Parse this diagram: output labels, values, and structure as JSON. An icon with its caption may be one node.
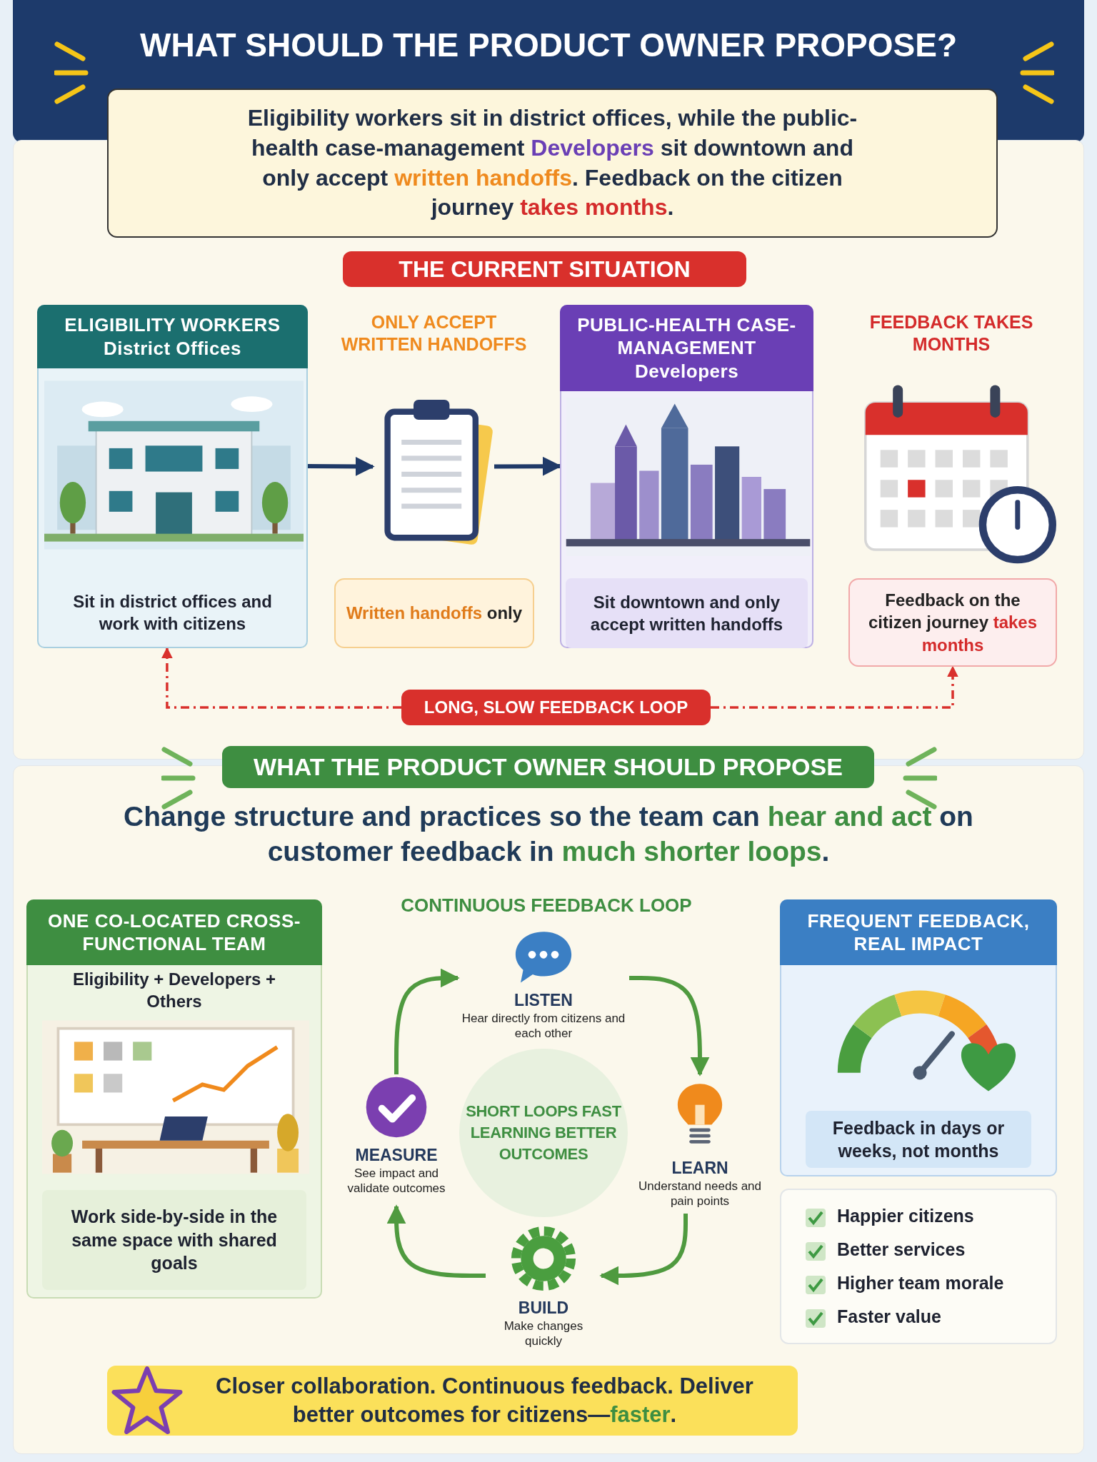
{
  "diagram": {
    "title": "WHAT SHOULD THE PRODUCT OWNER PROPOSE?",
    "nodes": [
      {
        "text": [
          "Eligibility workers sit in district offices, while the public-health case-management **Developers** sit downtown and only accept **written handoffs**. Feedback on the citizen journey **takes months**."
        ]
      },
      {
        "text": [
          "THE CURRENT SITUATION"
        ]
      },
      {
        "text": [
          "ELIGIBILITY WORKERS",
          "District Offices",
          "Sit in district offices and work with citizens"
        ]
      },
      {
        "text": [],
        "shape": "picture"
      },
      {
        "text": [
          "**Written handoffs** only"
        ]
      },
      {
        "text": [
          "PUBLIC-HEALTH CASE-MANAGEMENT",
          "Developers",
          "Sit downtown and only accept written handoffs"
        ]
      },
      {
        "text": [
          "Feedback on the citizen journey **takes months**"
        ]
      },
      {
        "text": [
          "LONG, SLOW FEEDBACK LOOP"
        ]
      },
      {
        "text": [
          "WHAT THE PRODUCT OWNER SHOULD PROPOSE"
        ]
      },
      {
        "text": [
          "ONE CO-LOCATED CROSS-FUNCTIONAL TEAM",
          "Eligibility + Developers + Others",
          "Work side-by-side in the same space with shared goals"
        ]
      },
      {
        "text": [
          "LISTEN",
          "Hear directly from citizens and each other"
        ]
      },
      {
        "text": [
          "LEARN",
          "Understand needs and pain points"
        ]
      },
      {
        "text": [
          "BUILD",
          "Make changes quickly"
        ]
      },
      {
        "text": [
          "MEASURE",
          "See impact and validate outcomes"
        ]
      },
      {
        "text": [
          "SHORT LOOPS FAST LEARNING BETTER OUTCOMES"
        ]
      },
      {
        "text": [
          "FREQUENT FEEDBACK, REAL IMPACT",
          "Feedback in days or weeks, not months"
        ]
      },
      {
        "text": [
          "Happier citizens",
          "Better services",
          "Higher team morale",
          "Faster value"
        ]
      },
      {
        "text": [
          "Closer collaboration. Continuous feedback. Deliver better outcomes for citizens—**faster**."
        ]
      }
    ],
    "edges": [
      {
        "from": 2,
        "to": 3,
        "arrow": "to",
        "color": "#1f3a68"
      },
      {
        "from": 3,
        "to": 5,
        "arrow": "to",
        "color": "#1f3a68"
      },
      {
        "from": 7,
        "to": 2,
        "arrow": "to",
        "style": "dashed",
        "color": "#d9302c"
      },
      {
        "from": 7,
        "to": 6,
        "arrow": "to",
        "style": "dashed",
        "color": "#d9302c"
      },
      {
        "from": 10,
        "to": 11,
        "arrow": "to"
      },
      {
        "from": 11,
        "to": 12,
        "arrow": "to"
      },
      {
        "from": 12,
        "to": 13,
        "arrow": "to"
      },
      {
        "from": 13,
        "to": 10,
        "arrow": "to"
      }
    ],
    "labels": [
      "ONLY ACCEPT WRITTEN HANDOFFS",
      "FEEDBACK TAKES MONTHS",
      "Change structure and practices so the team can **hear and act** on customer feedback in **much shorter loops**.",
      "CONTINUOUS FEEDBACK LOOP"
    ]
  }
}
